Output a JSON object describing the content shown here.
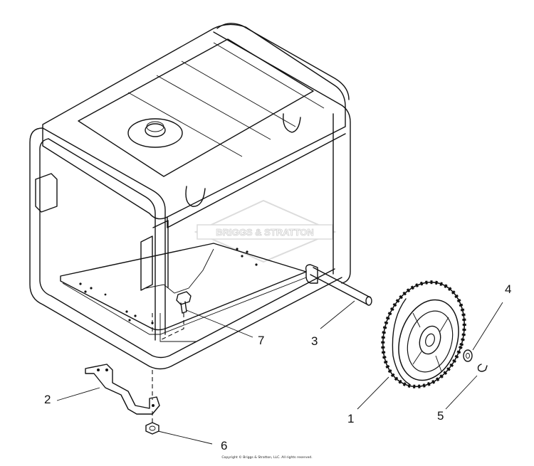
{
  "watermark": "BRIGGS & STRATTON",
  "callouts": {
    "c1": "1",
    "c2": "2",
    "c3": "3",
    "c4": "4",
    "c5": "5",
    "c6": "6",
    "c7": "7"
  },
  "copyright": "Copyright © Briggs & Stratton, LLC. All rights reserved.",
  "colors": {
    "ink": "#111111",
    "background": "#ffffff",
    "watermark": "#d9d9d9"
  }
}
